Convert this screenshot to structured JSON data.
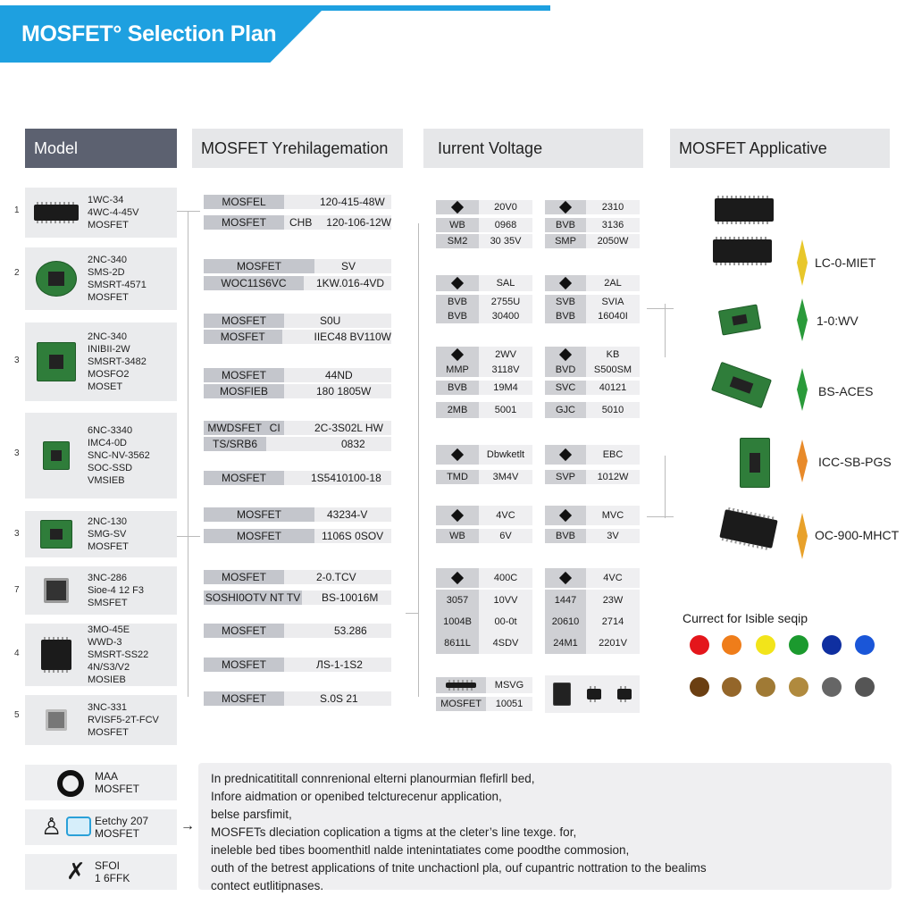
{
  "header": {
    "title": "MOSFET° Selection Plan"
  },
  "columns": {
    "model": "Model",
    "config": "MOSFET Yrehilagemation",
    "current_voltage": "Iurrent Voltage",
    "application": "MOSFET Applicative"
  },
  "models": [
    {
      "num": "1",
      "lines": [
        "1WC-34",
        "4WC-4-45V",
        "MOSFET"
      ]
    },
    {
      "num": "2",
      "lines": [
        "2NC-340",
        "SMS-2D",
        "SMSRT-4571",
        "MOSFET"
      ]
    },
    {
      "num": "3",
      "lines": [
        "2NC-340",
        "INIBII-2W",
        "SMSRT-3482",
        "MOSFO2",
        "MOSET"
      ]
    },
    {
      "num": "3",
      "lines": [
        "6NC-3340",
        "IMC4-0D",
        "SNC-NV-3562",
        "SOC-SSD",
        "VMSIEB"
      ]
    },
    {
      "num": "3",
      "lines": [
        "2NC-130",
        "SMG-SV",
        "MOSFET"
      ]
    },
    {
      "num": "7",
      "lines": [
        "3NC-286",
        "Sioe-4 12 F3",
        "SMSFET"
      ]
    },
    {
      "num": "4",
      "lines": [
        "3MO-45E",
        "WWD-3",
        "SMSRT-SS22",
        "4N/S3/V2",
        "MOSIEB"
      ]
    },
    {
      "num": "5",
      "lines": [
        "3NC-331",
        "RVISF5-2T-FCV",
        "MOSFET"
      ]
    }
  ],
  "specs": [
    {
      "label": "MOSFEL",
      "extra": "",
      "value": "120-415-48W"
    },
    {
      "label": "MOSFET",
      "extra": "CHB",
      "value": "120-106-12W"
    },
    {
      "label": "MOSFET",
      "extra": "",
      "value": "SV"
    },
    {
      "label": "WOC11S6VC",
      "extra": "",
      "value": "1KW.016-4VD"
    },
    {
      "label": "MOSFET",
      "extra": "",
      "value": "S0U"
    },
    {
      "label": "MOSFET",
      "extra": "",
      "value": "IIEC48 BV110W"
    },
    {
      "label": "MOSFET",
      "extra": "",
      "value": "44ND"
    },
    {
      "label": "MOSFIEB",
      "extra": "",
      "value": "180 1805W"
    },
    {
      "label": "MWDSFET",
      "extra": "CI",
      "value": "2C-3S02L HW"
    },
    {
      "label": "TS/SRB6",
      "extra": "",
      "value": "0832"
    },
    {
      "label": "MOSFET",
      "extra": "",
      "value": "1S5410100-18"
    },
    {
      "label": "MOSFET",
      "extra": "",
      "value": "43234-V"
    },
    {
      "label": "MOSFET",
      "extra": "",
      "value": "1106S 0SOV"
    },
    {
      "label": "MOSFET",
      "extra": "",
      "value": "2-0.TCV"
    },
    {
      "label": "SOSHI0OTV",
      "extra": "NT TV",
      "value": "BS-10016M"
    },
    {
      "label": "MOSFET",
      "extra": "",
      "value": "53.286"
    },
    {
      "label": "MOSFET",
      "extra": "",
      "value": "ЛS-1-1S2"
    },
    {
      "label": "MOSFET",
      "extra": "",
      "value": "S.0S 21"
    }
  ],
  "cv_left": [
    {
      "a": "",
      "b": "20V0"
    },
    {
      "a": "WB",
      "b": "0968"
    },
    {
      "a": "SM2",
      "b": "30 35V"
    },
    {
      "a": "",
      "b": "SAL"
    },
    {
      "a": "BVB",
      "b": "2755U"
    },
    {
      "a": "BVB",
      "b": "30400"
    },
    {
      "a": "",
      "b": "2WV"
    },
    {
      "a": "MMP",
      "b": "3118V"
    },
    {
      "a": "BVB",
      "b": "19M4"
    },
    {
      "a": "2MB",
      "b": "5001"
    },
    {
      "a": "",
      "b": "Dbwketlt"
    },
    {
      "a": "TMD",
      "b": "3M4V"
    },
    {
      "a": "",
      "b": "4VC"
    },
    {
      "a": "WB",
      "b": "6V"
    },
    {
      "a": "",
      "b": "400C"
    },
    {
      "a": "3057",
      "b": "10VV"
    },
    {
      "a": "1004B",
      "b": "00-0t"
    },
    {
      "a": "8611L",
      "b": "4SDV"
    },
    {
      "a": "",
      "b": "MSVG"
    },
    {
      "a": "MOSFET",
      "b": "10051"
    }
  ],
  "cv_right": [
    {
      "a": "",
      "b": "2310"
    },
    {
      "a": "BVB",
      "b": "3136"
    },
    {
      "a": "SMP",
      "b": "2050W"
    },
    {
      "a": "",
      "b": "2AL"
    },
    {
      "a": "SVB",
      "b": "SVIA"
    },
    {
      "a": "BVB",
      "b": "16040I"
    },
    {
      "a": "",
      "b": "KB"
    },
    {
      "a": "BVD",
      "b": "S500SM"
    },
    {
      "a": "SVC",
      "b": "40121"
    },
    {
      "a": "GJC",
      "b": "5010"
    },
    {
      "a": "",
      "b": "EBC"
    },
    {
      "a": "SVP",
      "b": "1012W"
    },
    {
      "a": "",
      "b": "MVC"
    },
    {
      "a": "BVB",
      "b": "3V"
    },
    {
      "a": "",
      "b": "4VC"
    },
    {
      "a": "1447",
      "b": "23W"
    },
    {
      "a": "20610",
      "b": "2714"
    },
    {
      "a": "24M1",
      "b": "2201V"
    }
  ],
  "applications": [
    {
      "label": "LC-0-MIET",
      "color": "#e8c72a"
    },
    {
      "label": "1-0:WV",
      "color": "#2a9a3a"
    },
    {
      "label": "BS-ACES",
      "color": "#2a9a3a"
    },
    {
      "label": "ICC-SB-PGS",
      "color": "#e88a2a"
    },
    {
      "label": "OC-900-MHCT",
      "color": "#e8a12a"
    }
  ],
  "legend": {
    "title": "Currect for Isible seqip",
    "colors": [
      "#e4161b",
      "#ef7d1a",
      "#f2e41a",
      "#1b9a2e",
      "#0f2fa0",
      "#1a56d8",
      "#6b3f12",
      "#94662a",
      "#a07a35",
      "#b08a3e",
      "#666666",
      "#555555"
    ]
  },
  "notes_items": [
    {
      "lines": [
        "MAA",
        "MOSFET"
      ],
      "icon": "ring-icon"
    },
    {
      "lines": [
        "Eetchy 207",
        "MOSFET"
      ],
      "icon": "worker-icon"
    },
    {
      "lines": [
        "SFOI",
        "1 6FFK"
      ],
      "icon": "tools-icon"
    }
  ],
  "notes": [
    "In prednicatititall connrenional elterni planourmian flefirll bed,",
    "Infore aidmation or openibed telcturecenur application,",
    "belse parsfimit,",
    "MOSFETs dleciation coplication a tigms at the cleter’s line texge. for,",
    "ineleble bed tibes boomenthitl nalde intenintatiates come poodthe commosion,",
    "outh of the betrest applications of tnite unchactionl pla, ouf cupantric nottration to the bealims",
    "contect eutlitipnases."
  ]
}
